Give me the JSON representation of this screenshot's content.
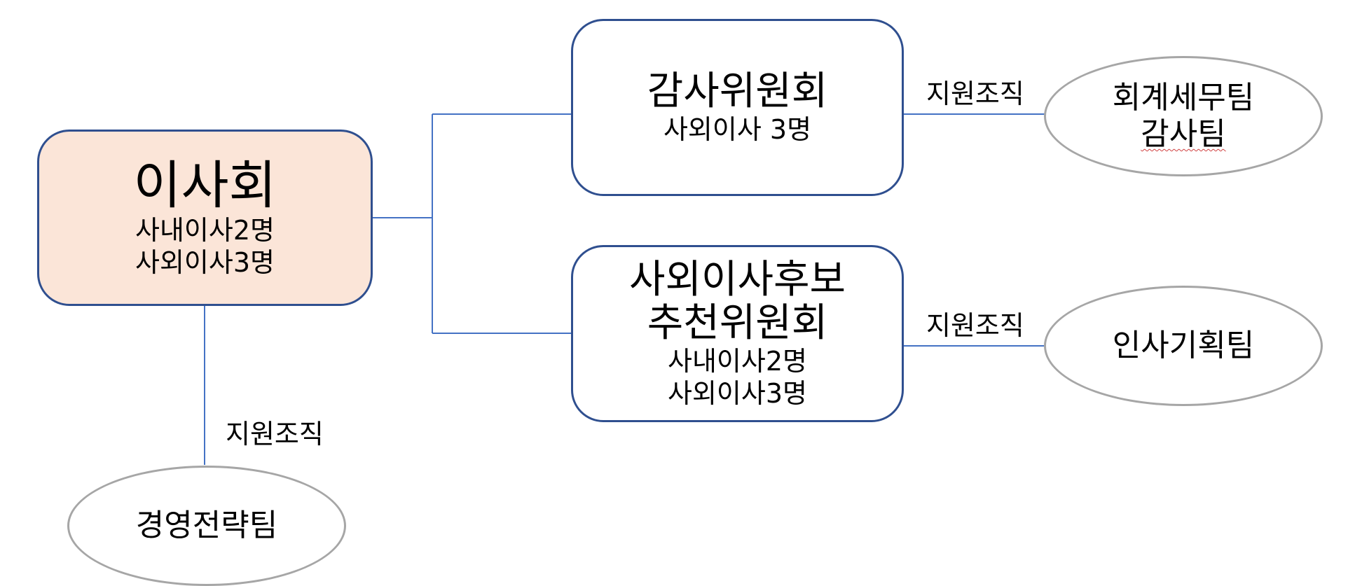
{
  "board": {
    "title": "이사회",
    "lines": [
      "사내이사2명",
      "사외이사3명"
    ],
    "fill": "#fbe5d8"
  },
  "audit_committee": {
    "title": "감사위원회",
    "lines": [
      "사외이사 3명"
    ]
  },
  "nomination_committee": {
    "title_lines": [
      "사외이사후보",
      "추천위원회"
    ],
    "lines": [
      "사내이사2명",
      "사외이사3명"
    ]
  },
  "support_label": "지원조직",
  "support_units": {
    "audit": [
      "회계세무팀",
      "감사팀"
    ],
    "nomination": [
      "인사기획팀"
    ],
    "board": [
      "경영전략팀"
    ]
  },
  "colors": {
    "box_border": "#2f4f8f",
    "connector": "#4472c4",
    "ellipse_border": "#a6a6a6"
  }
}
